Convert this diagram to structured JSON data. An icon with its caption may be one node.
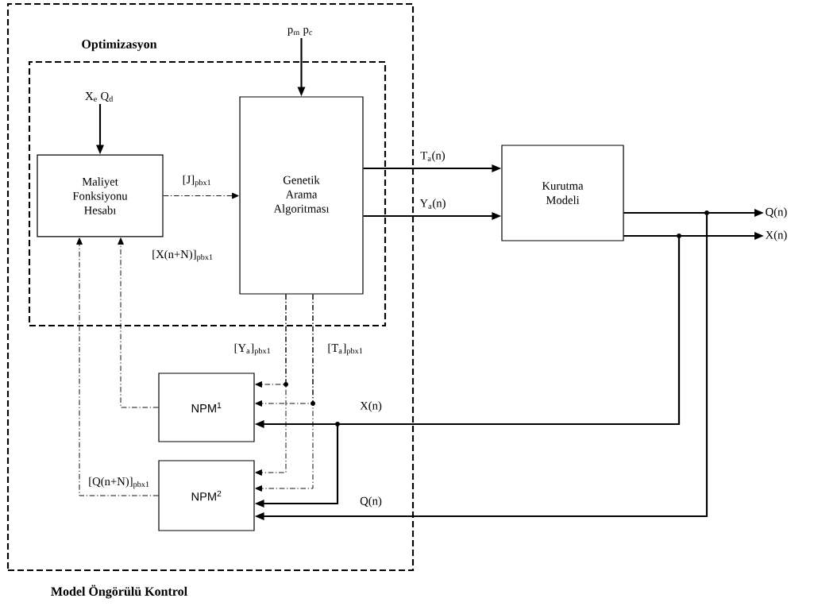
{
  "diagram": {
    "nodes": [
      {
        "text": [
          "Model Öngörülü Kontrol"
        ]
      },
      {
        "text": [
          "Optimizasyon"
        ],
        "in": 0
      },
      {
        "text": [
          "Maliyet Fonksiyonu Hesabı"
        ],
        "in": 1
      },
      {
        "text": [
          "Genetik Arama Algoritması"
        ],
        "in": 1
      },
      {
        "text": [
          "Kurutma Modeli"
        ]
      },
      {
        "text": [
          "NPM$^{1}$"
        ],
        "in": 0
      },
      {
        "text": [
          "NPM$^{2}$"
        ],
        "in": 0
      },
      {
        "text": [
          "X$_{e}$ Q$_{d}$"
        ],
        "in": 1
      },
      {
        "text": [
          "p$_{m}$ p$_{c}$"
        ],
        "in": 0
      },
      {
        "text": [
          "Q(n)"
        ]
      },
      {
        "text": [
          "X(n)"
        ]
      }
    ],
    "edges": [
      {
        "from": 7,
        "to": 2,
        "arrow": "to"
      },
      {
        "from": 8,
        "to": 3,
        "arrow": "to"
      },
      {
        "from": 2,
        "to": 3,
        "arrow": "to",
        "label": "[J]$_{pbx1}$",
        "style": "dashed"
      },
      {
        "from": 3,
        "to": 4,
        "arrow": "to",
        "label": "T$_{a}$(n)"
      },
      {
        "from": 3,
        "to": 4,
        "arrow": "to",
        "label": "Y$_{a}$(n)"
      },
      {
        "from": 4,
        "to": 9,
        "arrow": "to"
      },
      {
        "from": 4,
        "to": 10,
        "arrow": "to"
      },
      {
        "from": 4,
        "to": 5,
        "arrow": "to",
        "label": "X(n)"
      },
      {
        "from": 4,
        "to": 6,
        "arrow": "to"
      },
      {
        "from": 4,
        "to": 6,
        "arrow": "to",
        "label": "Q(n)"
      },
      {
        "from": 3,
        "to": 5,
        "arrow": "to",
        "label": "[Y$_{a}$]$_{pbx1}$",
        "style": "dashed"
      },
      {
        "from": 3,
        "to": 6,
        "arrow": "to",
        "style": "dashed"
      },
      {
        "from": 3,
        "to": 5,
        "arrow": "to",
        "label": "[T$_{a}$]$_{pbx1}$",
        "style": "dashed"
      },
      {
        "from": 3,
        "to": 6,
        "arrow": "to",
        "style": "dashed"
      },
      {
        "from": 5,
        "to": 2,
        "arrow": "to",
        "label": "[X(n+N)]$_{pbx1}$",
        "style": "dashed"
      },
      {
        "from": 6,
        "to": 2,
        "arrow": "to",
        "label": "[Q(n+N)]$_{pbx1}$",
        "style": "dashed"
      }
    ]
  }
}
